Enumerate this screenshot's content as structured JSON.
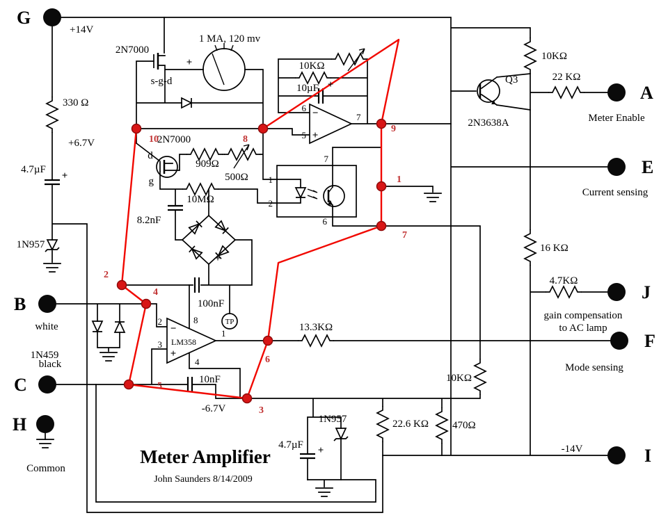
{
  "title": {
    "text": "Meter Amplifier",
    "byline": "John Saunders 8/14/2009"
  },
  "terminals": {
    "G": {
      "letter": "G",
      "label": "+14V"
    },
    "A": {
      "letter": "A",
      "label": "Meter Enable"
    },
    "E": {
      "letter": "E",
      "label": "Current sensing"
    },
    "J": {
      "letter": "J",
      "label": "gain compensation",
      "label2": "to AC lamp"
    },
    "F": {
      "letter": "F",
      "label": "Mode sensing"
    },
    "I": {
      "letter": "I",
      "label": "-14V"
    },
    "B": {
      "letter": "B",
      "label": "white"
    },
    "C": {
      "letter": "C",
      "label": "black"
    },
    "H": {
      "letter": "H",
      "label": "Common"
    }
  },
  "components": {
    "r330": "330 Ω",
    "v_plus67": "+6.7V",
    "c47_top": "4.7µF",
    "z1n957_left": "1N957",
    "q1": "2N7000",
    "q1_pins": "s-g-d",
    "meter": "1 MA, 120 mv",
    "q2": "2N7000",
    "q2_d": "d",
    "q2_g": "g",
    "r909": "909Ω",
    "r500": "500Ω",
    "r10m": "10MΩ",
    "c82": "8.2nF",
    "r10k_fb": "10KΩ",
    "c10u": "10µF",
    "q3": "Q3",
    "q3_part": "2N3638A",
    "r10k_right": "10KΩ",
    "r22k": "22 KΩ",
    "r16k": "16 KΩ",
    "r47k": "4.7KΩ",
    "r133k": "13.3KΩ",
    "c100n": "100nF",
    "tp": "TP",
    "lm358": "LM358",
    "c10n": "10nF",
    "v_minus67": "-6.7V",
    "z1n957_bot": "1N957",
    "c47_bot": "4.7µF",
    "r226k": "22.6 KΩ",
    "r470": "470Ω",
    "r10k_mid": "10KΩ",
    "d1n459": "1N459"
  },
  "pins": {
    "opamp1": {
      "inv": "6",
      "noninv": "5",
      "out": "7"
    },
    "opto": {
      "p1": "1",
      "p2": "2",
      "p7": "7",
      "p6": "6"
    },
    "lm358": {
      "p2": "2",
      "p3": "3",
      "p8": "8",
      "p1": "1",
      "p4": "4"
    }
  },
  "red_nodes": {
    "n1": "1",
    "n2": "2",
    "n3": "3",
    "n4": "4",
    "n5": "5",
    "n6": "6",
    "n7": "7",
    "n8": "8",
    "n9": "9",
    "n10": "10"
  },
  "signs": {
    "plus": "+",
    "minus": "−"
  },
  "colors": {
    "wire": "#000000",
    "highlight": "#f10800",
    "node": "#d81616",
    "red_text": "#c03030"
  }
}
